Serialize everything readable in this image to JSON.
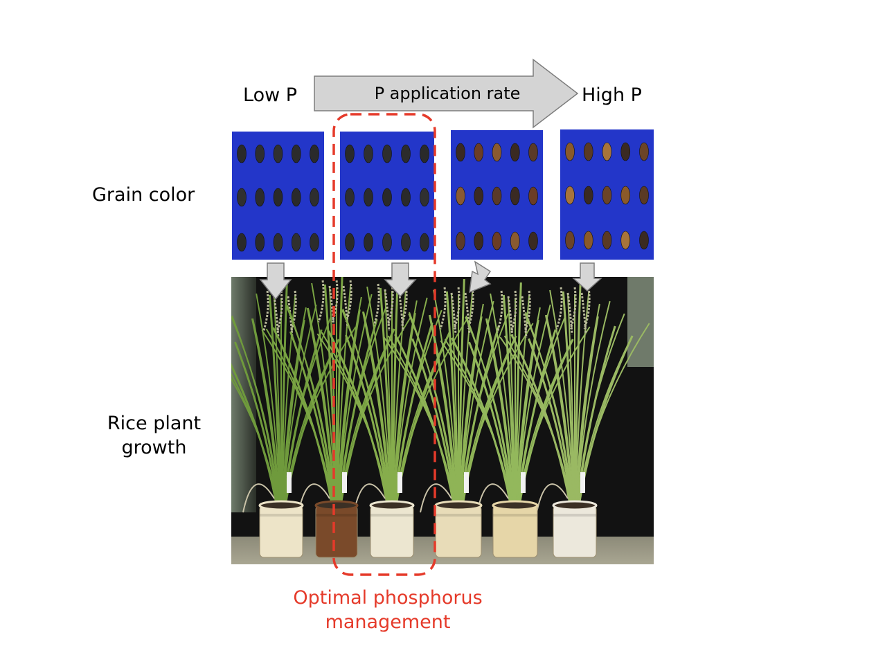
{
  "header": {
    "low_label": "Low P",
    "high_label": "High P",
    "arrow_label": "P application rate"
  },
  "rows": {
    "grain_label": "Grain color",
    "growth_label_line1": "Rice plant",
    "growth_label_line2": "growth"
  },
  "highlight": {
    "caption_line1": "Optimal phosphorus",
    "caption_line2": "management",
    "color": "#e53a2a"
  },
  "colors": {
    "grain_panel_bg": "#2336c9",
    "arrow_fill": "#d4d4d4",
    "arrow_stroke": "#7d7d7d",
    "photo_bg": "#121212"
  },
  "grain_panels": [
    {
      "name": "low-p",
      "grains": [
        "#2a2a2a",
        "#2e2e2e",
        "#303030",
        "#2c2c2c",
        "#2a2a2a"
      ]
    },
    {
      "name": "low-mid-p",
      "grains": [
        "#2a2a2a",
        "#303030",
        "#2e2e2e",
        "#2c2c2c",
        "#2a2a2a"
      ]
    },
    {
      "name": "mid-high-p",
      "grains": [
        "#3a2a22",
        "#6b3d25",
        "#8a5a30",
        "#3a2a22",
        "#5a3a28"
      ]
    },
    {
      "name": "high-p",
      "grains": [
        "#8a5a2a",
        "#5a3a24",
        "#a8743a",
        "#3a2a22",
        "#6b4428"
      ]
    }
  ],
  "pots": [
    {
      "name": "pot-1",
      "color": "#ede4c8"
    },
    {
      "name": "pot-2",
      "color": "#7a4a2a"
    },
    {
      "name": "pot-3",
      "color": "#ece6d0"
    },
    {
      "name": "pot-4",
      "color": "#e8dcb8"
    },
    {
      "name": "pot-5",
      "color": "#e6d6a8"
    },
    {
      "name": "pot-6",
      "color": "#ece8dc"
    }
  ]
}
